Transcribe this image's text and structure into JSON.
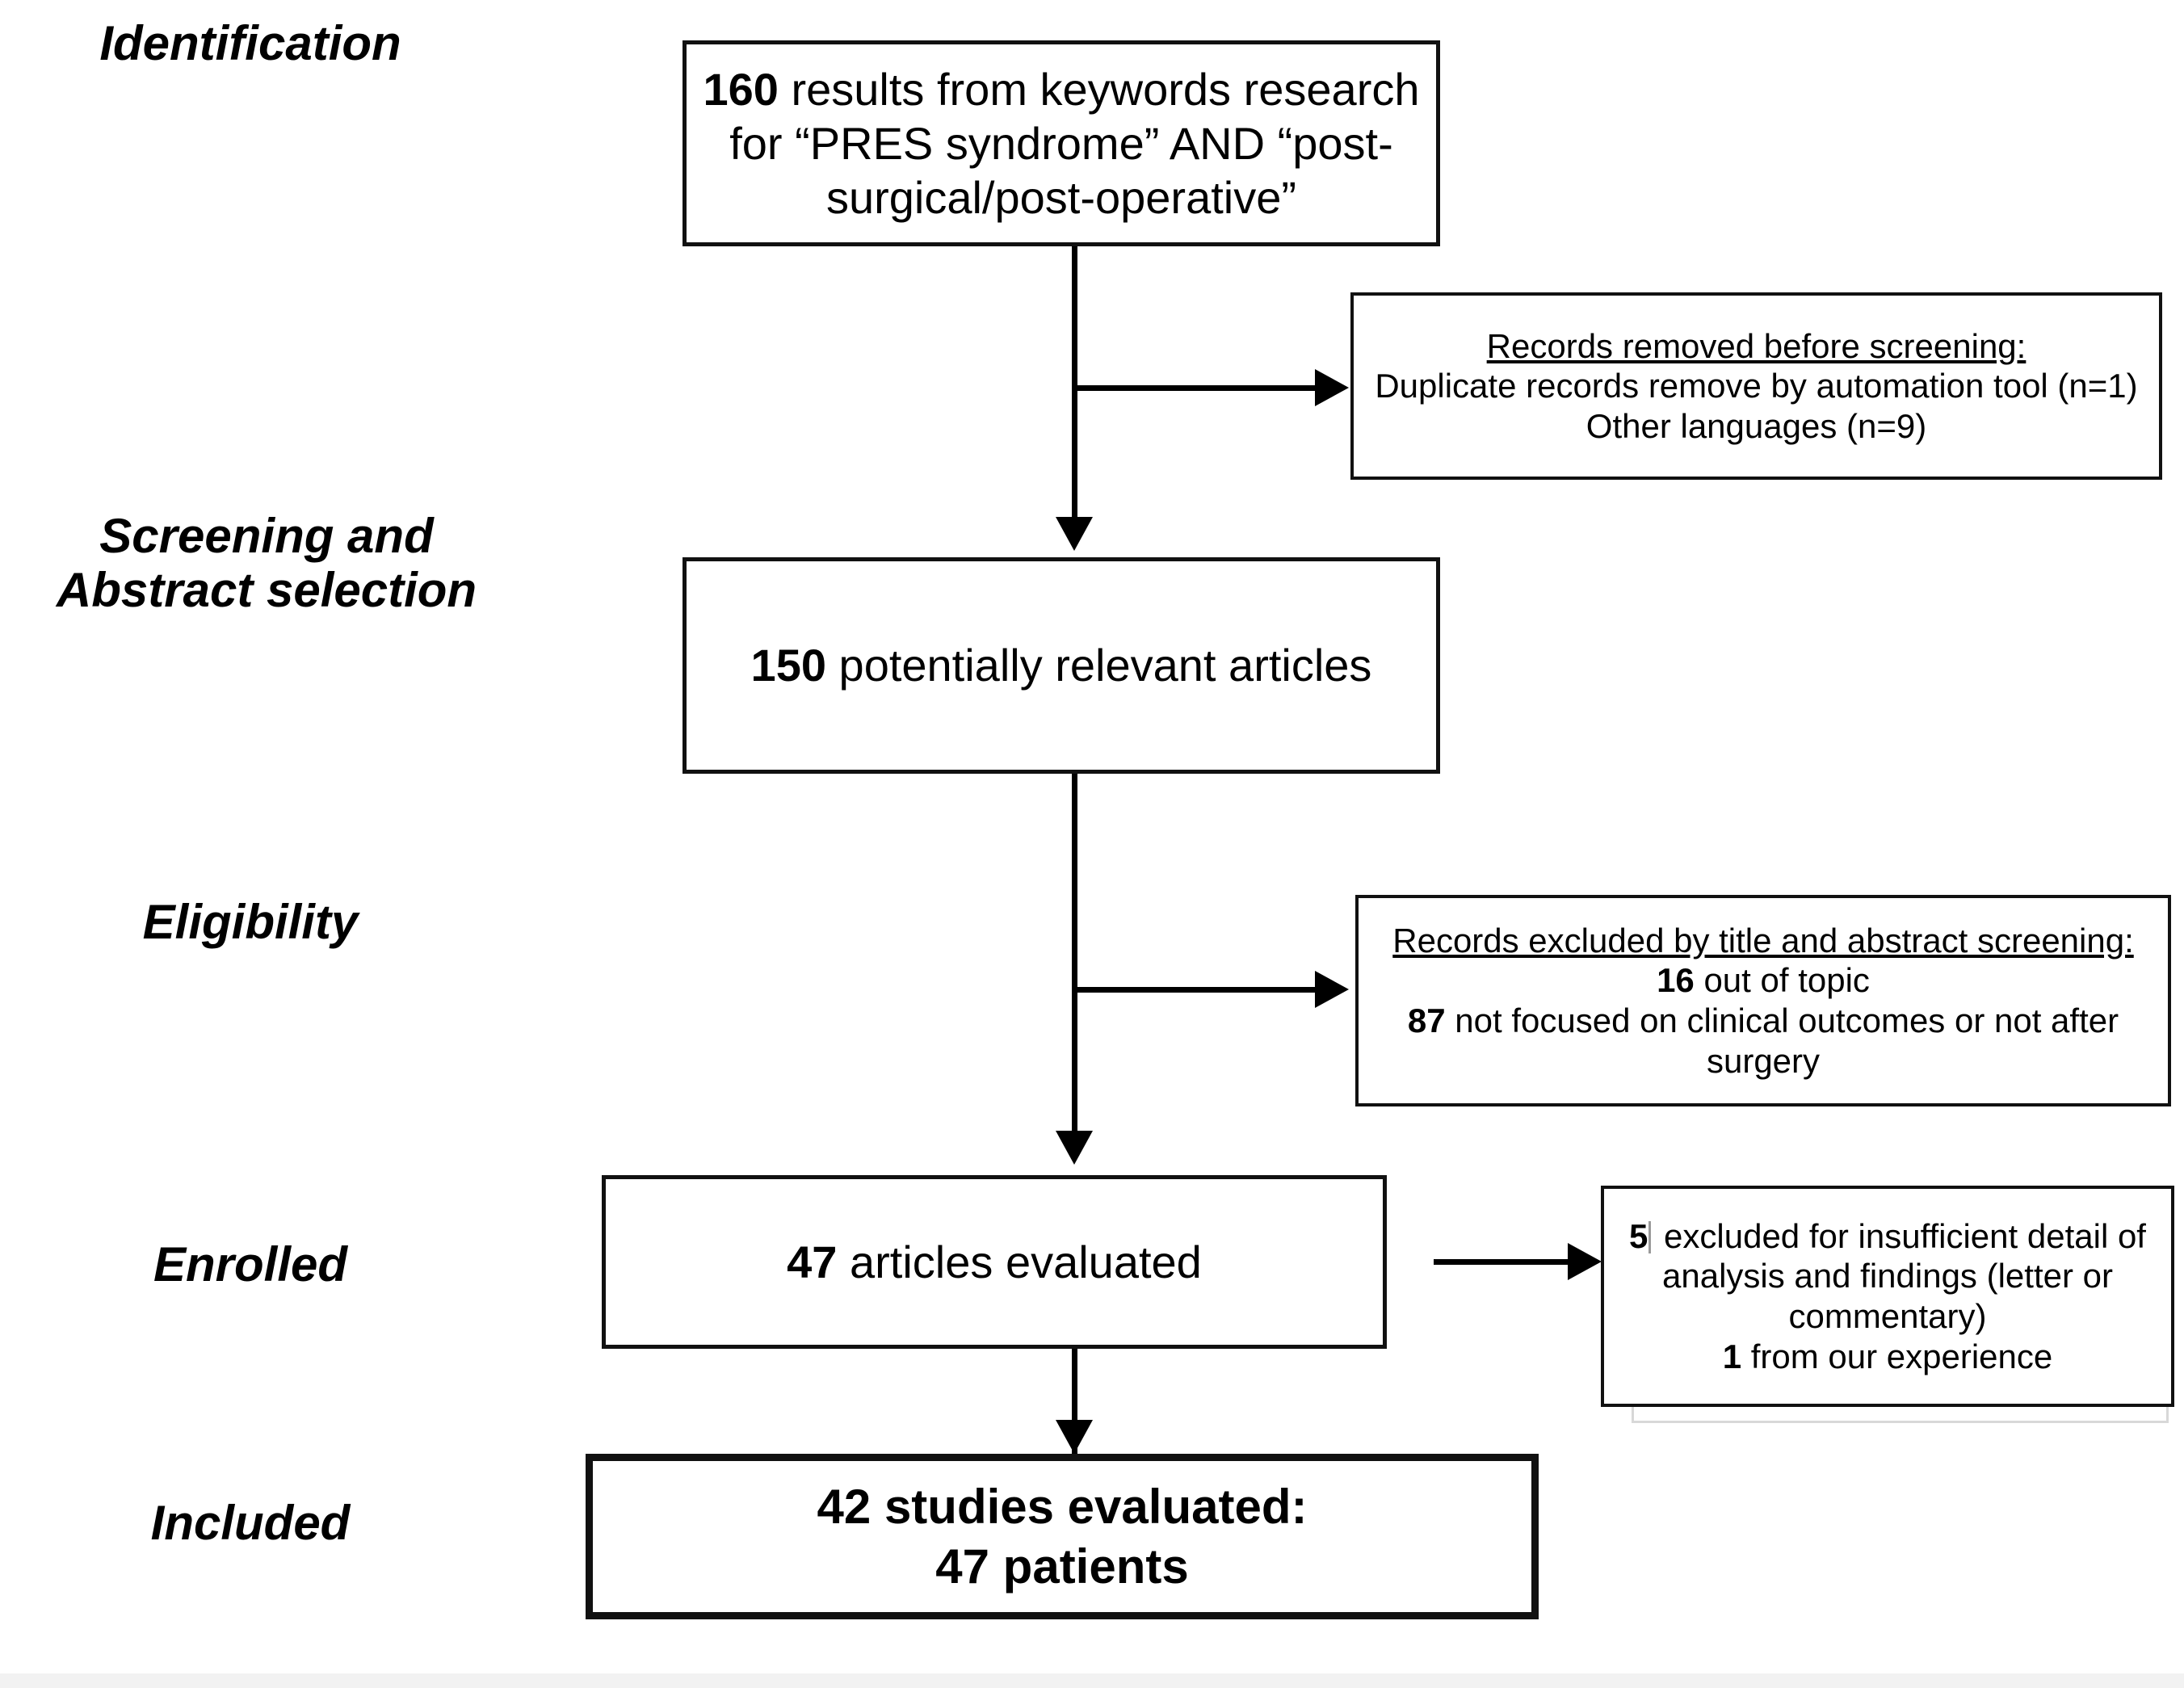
{
  "diagram": {
    "title": "PRISMA study selection flow diagram",
    "type": "prisma-flow",
    "stages": [
      {
        "id": "identification",
        "label": "Identification"
      },
      {
        "id": "screening",
        "label": "Screening and\nAbstract selection"
      },
      {
        "id": "eligibility",
        "label": "Eligibility"
      },
      {
        "id": "enrolled",
        "label": "Enrolled"
      },
      {
        "id": "included",
        "label": "Included"
      }
    ],
    "boxes": {
      "records_identified": {
        "count": "160",
        "text": " results from keywords research for “PRES syndrome” AND “post-surgical/post-operative”",
        "full_text": "160 results from keywords research for “PRES syndrome” AND “post-surgical/post-operative”"
      },
      "records_removed": {
        "heading": "Records removed before screening:",
        "line1": "Duplicate records remove by automation tool (n=1)",
        "line2": "Other languages (n=9)",
        "duplicates_n": "1",
        "other_languages_n": "9"
      },
      "potentially_relevant": {
        "count": "150",
        "text": " potentially relevant articles",
        "full_text": "150 potentially relevant articles"
      },
      "records_excluded": {
        "heading": "Records excluded by title and abstract screening:",
        "line1_count": "16",
        "line1_text": " out of topic",
        "line2_count": "87",
        "line2_text": " not focused on clinical outcomes or not after surgery"
      },
      "articles_evaluated": {
        "count": "47",
        "text": " articles evaluated",
        "full_text": "47 articles evaluated"
      },
      "articles_excluded": {
        "line1_count": "5",
        "line1_text": " excluded for insufficient detail of analysis and findings (letter or commentary)",
        "line2_count": "1",
        "line2_text": " from our experience"
      },
      "studies_included": {
        "line1": "42 studies evaluated:",
        "line2": "47 patients",
        "studies_count": "42",
        "patients_count": "47"
      }
    },
    "colors": {
      "border": "#111111",
      "text": "#000000",
      "background": "#ffffff",
      "ghost_outline": "#d8d8d8"
    }
  }
}
